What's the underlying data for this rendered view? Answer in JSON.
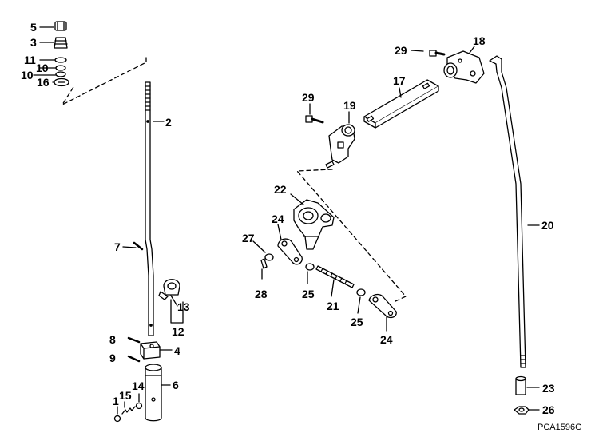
{
  "figure_id": "PCA1596G",
  "callouts": {
    "c1": "1",
    "c2": "2",
    "c3": "3",
    "c4": "4",
    "c5": "5",
    "c6": "6",
    "c7": "7",
    "c8": "8",
    "c9": "9",
    "c10": "10",
    "c11": "11",
    "c12": "12",
    "c13": "13",
    "c14": "14",
    "c15": "15",
    "c16": "16",
    "c17": "17",
    "c18": "18",
    "c19": "19",
    "c20": "20",
    "c21": "21",
    "c22": "22",
    "c23": "23",
    "c24a": "24",
    "c24b": "24",
    "c25a": "25",
    "c25b": "25",
    "c26": "26",
    "c27": "27",
    "c28": "28",
    "c29a": "29",
    "c29b": "29"
  }
}
